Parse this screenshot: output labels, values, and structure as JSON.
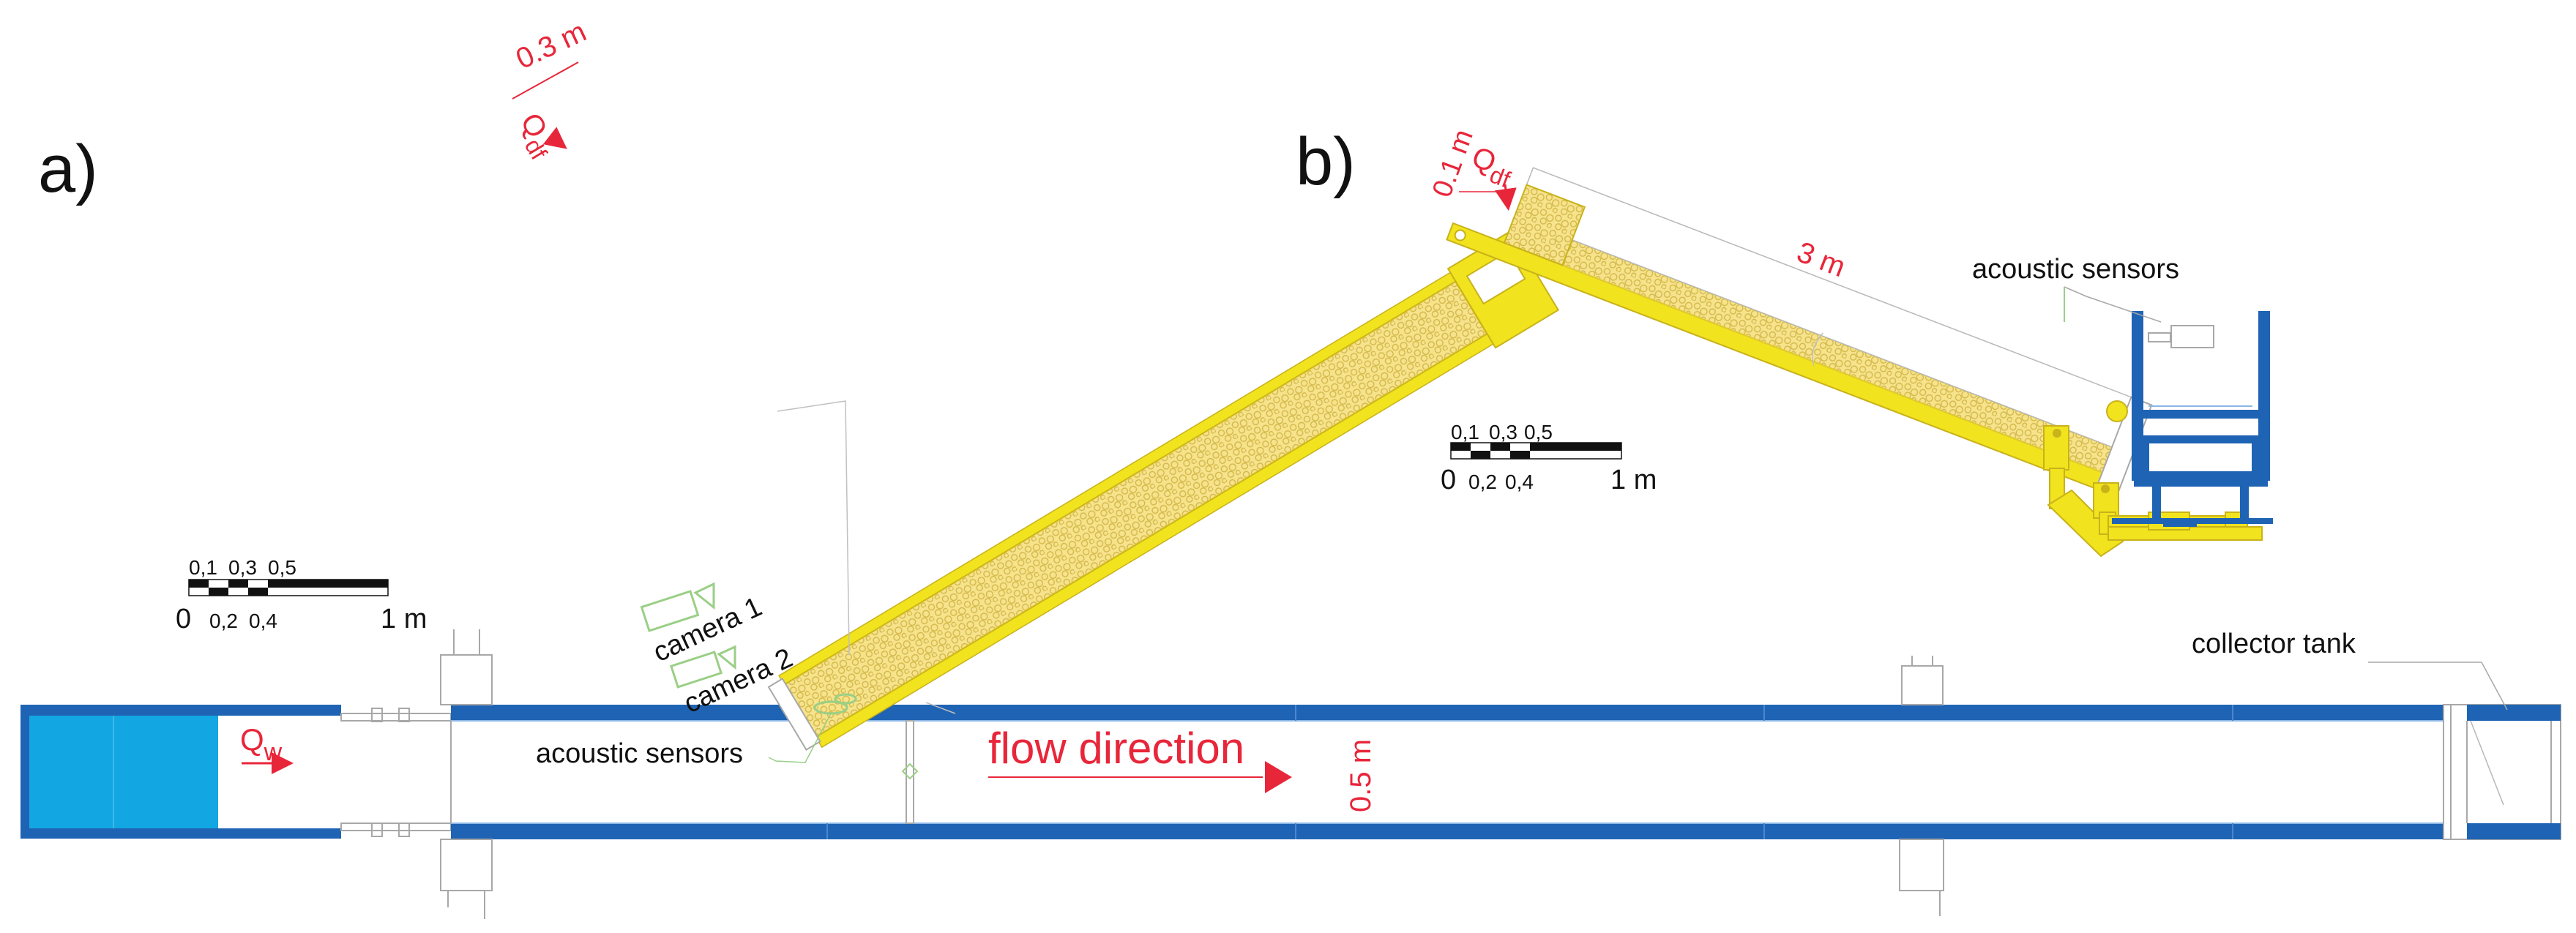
{
  "colors": {
    "flume_blue": "#1f64b4",
    "water_blue": "#12a6e2",
    "chute_yellow": "#f1e31d",
    "chute_fill": "#f5e58a",
    "label_red": "#e8263a",
    "sensor_green": "#9acf86",
    "outline_gray": "#a8a8a8"
  },
  "panel_a": {
    "label": "a)",
    "chute_width_label": "0.3 m",
    "debris_flow_label": "Q",
    "debris_flow_sub": "df",
    "water_flow_label": "Q",
    "water_flow_sub": "w",
    "camera1_label": "camera 1",
    "camera2_label": "camera 2",
    "acoustic_label": "acoustic sensors",
    "flow_direction_label": "flow direction",
    "flume_width_label": "0.5 m",
    "collector_label": "collector tank",
    "scale_bar": {
      "top_ticks": [
        "0,1",
        "0,3",
        "0,5"
      ],
      "bottom_ticks": [
        "0",
        "0,2",
        "0,4"
      ],
      "end_label": "1 m"
    }
  },
  "panel_b": {
    "label": "b)",
    "chute_width_label": "0.1 m",
    "debris_flow_label": "Q",
    "debris_flow_sub": "df",
    "chute_length_label": "3 m",
    "acoustic_label": "acoustic sensors",
    "scale_bar": {
      "top_ticks": [
        "0,1",
        "0,3",
        "0,5"
      ],
      "bottom_ticks": [
        "0",
        "0,2",
        "0,4"
      ],
      "end_label": "1 m"
    }
  }
}
